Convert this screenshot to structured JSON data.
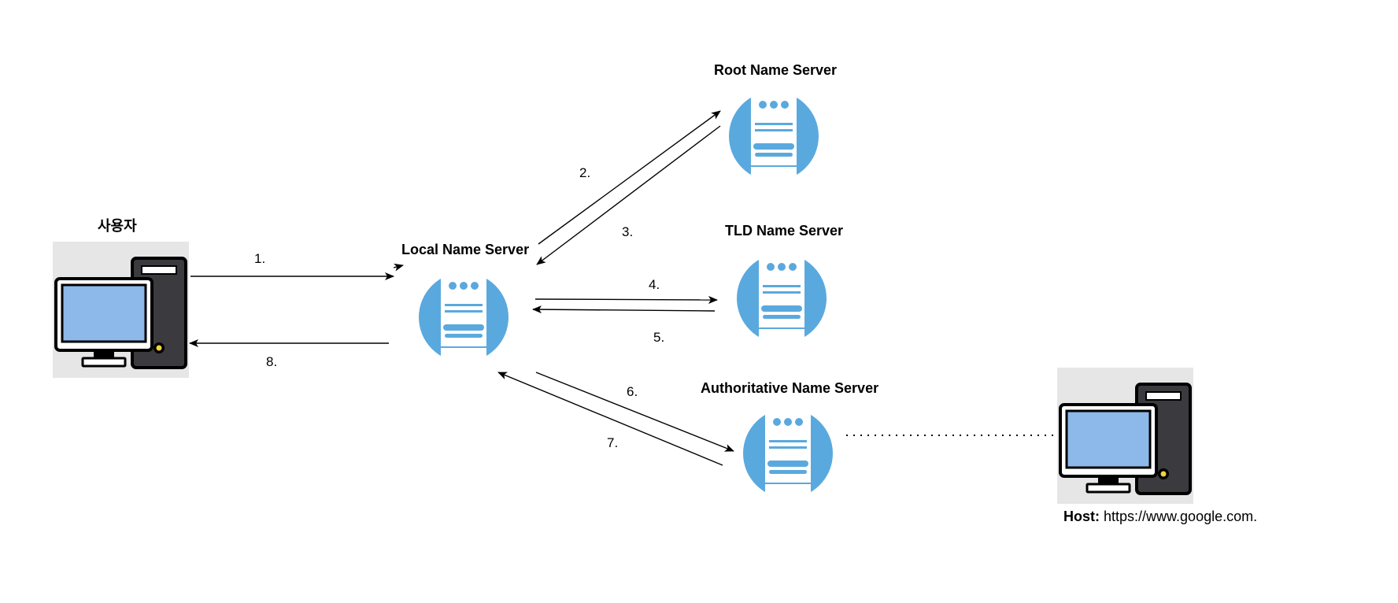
{
  "nodes": {
    "user": {
      "label": "사용자"
    },
    "local": {
      "label": "Local Name Server"
    },
    "root": {
      "label": "Root Name Server"
    },
    "tld": {
      "label": "TLD Name Server"
    },
    "auth": {
      "label": "Authoritative Name Server"
    },
    "host": {
      "prefix": "Host:",
      "value": "https://www.google.com."
    }
  },
  "steps": [
    "1.",
    "2.",
    "3.",
    "4.",
    "5.",
    "6.",
    "7.",
    "8."
  ],
  "colors": {
    "server_circle": "#5aa9de",
    "server_body": "#ffffff",
    "computer_screen": "#8db8ea",
    "computer_case": "#3b3b3f",
    "computer_bg": "#e6e6e6",
    "power_led": "#f3d23a"
  },
  "icons": {
    "server": "server-icon",
    "computer": "desktop-computer-icon"
  }
}
